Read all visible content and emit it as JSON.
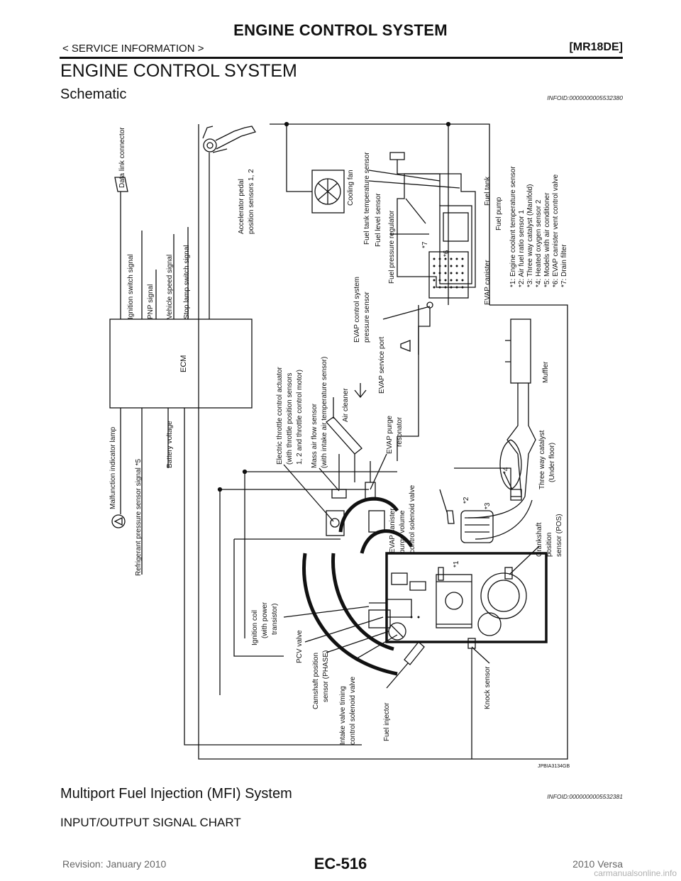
{
  "header": {
    "title": "ENGINE CONTROL SYSTEM",
    "section": "< SERVICE INFORMATION >",
    "engine": "[MR18DE]"
  },
  "section_title": "ENGINE CONTROL SYSTEM",
  "schematic": {
    "heading": "Schematic",
    "info_id": "INFOID:0000000005532380",
    "figure_code": "JPBIA3134GB",
    "labels": {
      "data_link": "Data link connector",
      "ignition_switch": "Ignition switch signal",
      "pnp": "PNP signal",
      "vehicle_speed": "Vehicle speed signal",
      "stop_lamp": "Stop lamp switch signal",
      "ecm": "ECM",
      "mil": "Malfunction indicator lamp",
      "refrigerant": "Refrigerant pressure sensor signal *5",
      "battery": "Battery voltage",
      "app1": "Accelerator pedal",
      "app2": "position sensors 1, 2",
      "cooling_fan": "Cooling fan",
      "fuel_tank_temp": "Fuel tank temperature sensor",
      "fuel_level": "Fuel level sensor",
      "fuel_press_reg": "Fuel pressure regulator",
      "fuel_tank": "Fuel tank",
      "fuel_pump": "Fuel pump",
      "evap_canister": "EVAP canister",
      "evap_ctrl1": "EVAP control system",
      "evap_ctrl2": "pressure sensor",
      "evap_port": "EVAP service port",
      "etc1": "Electric throttle control actuator",
      "etc2": "(with throttle position sensors",
      "etc3": "1, 2 and throttle control motor)",
      "maf1": "Mass air flow sensor",
      "maf2": "(with intake air temperature sensor)",
      "air_cleaner": "Air cleaner",
      "purge_res1": "EVAP purge",
      "purge_res2": "resonator",
      "purge_sol1": "EVAP canister",
      "purge_sol2": "purge volume",
      "purge_sol3": "control solenoid valve",
      "muffler": "Muffler",
      "twc1": "Three way catalyst",
      "twc2": "(Under floor)",
      "ckp1": "Crankshaft",
      "ckp2": "position",
      "ckp3": "sensor (POS)",
      "ign1": "Ignition coil",
      "ign2": "(with power",
      "ign3": "transistor)",
      "pcv": "PCV valve",
      "cmp1": "Camshaft position",
      "cmp2": "sensor (PHASE)",
      "ivt1": "Intake valve timing",
      "ivt2": "control solenoid valve",
      "injector": "Fuel injector",
      "knock": "Knock sensor",
      "n1": "*1",
      "n2": "*2",
      "n3": "*3",
      "n4": "*4",
      "n6": "*6",
      "n7": "*7"
    },
    "legend": [
      "*1: Engine coolant temperature sensor",
      "*2: Air fuel ratio sensor 1",
      "*3: Three way catalyst (Manifold)",
      "*4: Heated oxygen sensor 2",
      "*5: Models with air conditioner",
      "*6: EVAP canister vent control valve",
      "*7: Drain filter"
    ]
  },
  "mfi": {
    "heading": "Multiport Fuel Injection (MFI) System",
    "info_id": "INFOID:0000000005532381"
  },
  "io_chart_title": "INPUT/OUTPUT SIGNAL CHART",
  "footer": {
    "page": "EC-516",
    "revision": "Revision: January 2010",
    "model": "2010 Versa",
    "watermark": "carmanualsonline.info"
  }
}
